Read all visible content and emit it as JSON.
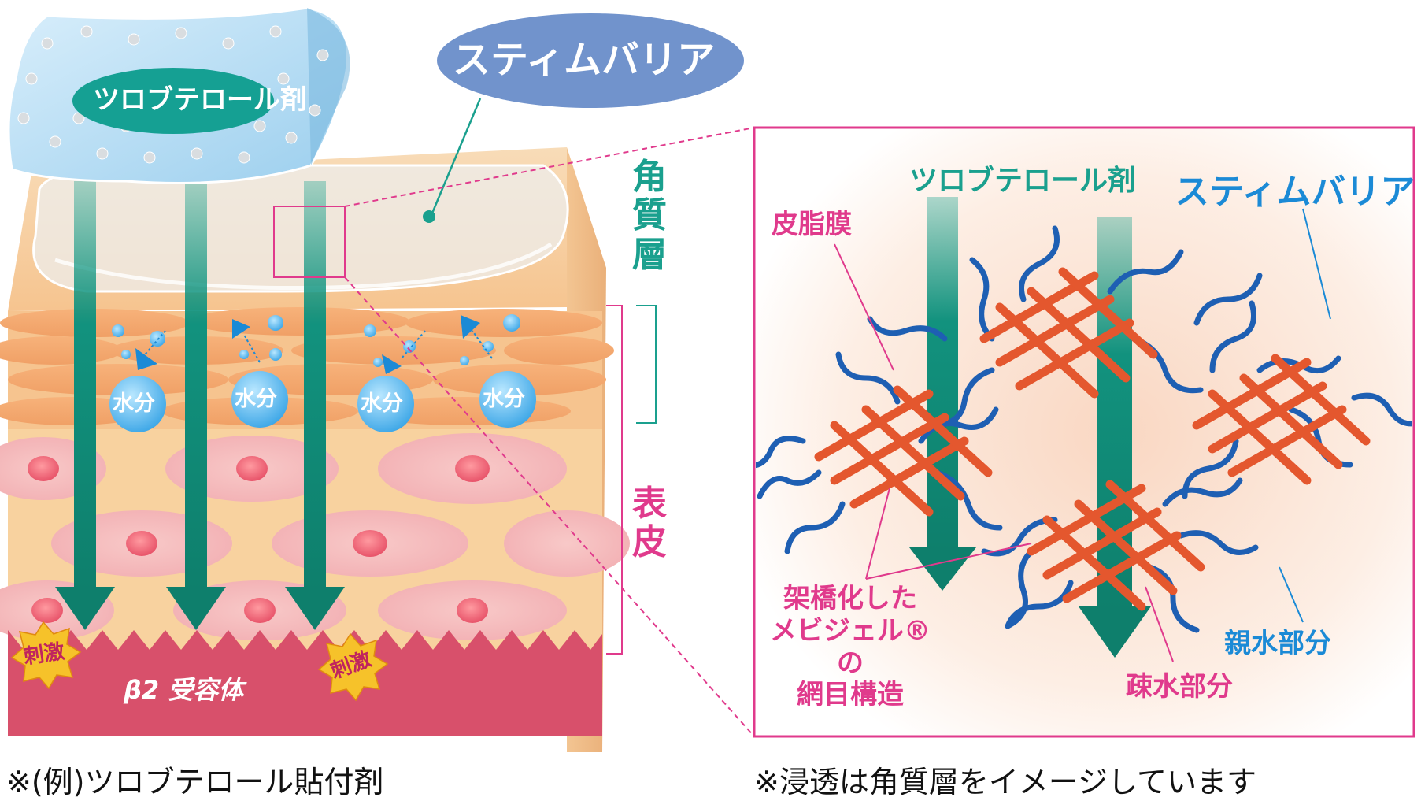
{
  "left": {
    "patch_label": "ツロブテロール剤",
    "barrier_label": "スティムバリア",
    "layer_stratum": [
      "角",
      "質",
      "層"
    ],
    "layer_epidermis": [
      "表",
      "皮"
    ],
    "water_label": "水分",
    "stimulus_label": "刺激",
    "receptor_label": "β2 受容体"
  },
  "inset": {
    "drug_label": "ツロブテロール剤",
    "barrier_label": "スティムバリア",
    "sebum_label": "皮脂膜",
    "crosslink_label": [
      "架橋化した",
      "メビジェル®の",
      "網目構造"
    ],
    "hydrophilic_label": "親水部分",
    "hydrophobic_label": "疎水部分"
  },
  "footnotes": {
    "left": "※(例)ツロブテロール貼付剤",
    "right": "※浸透は角質層をイメージしています"
  },
  "colors": {
    "teal": "#1aa08e",
    "magenta": "#e03a8c",
    "blue": "#1b8ad6",
    "receptor": "#d8506b",
    "skin": "#f7cfa0"
  }
}
